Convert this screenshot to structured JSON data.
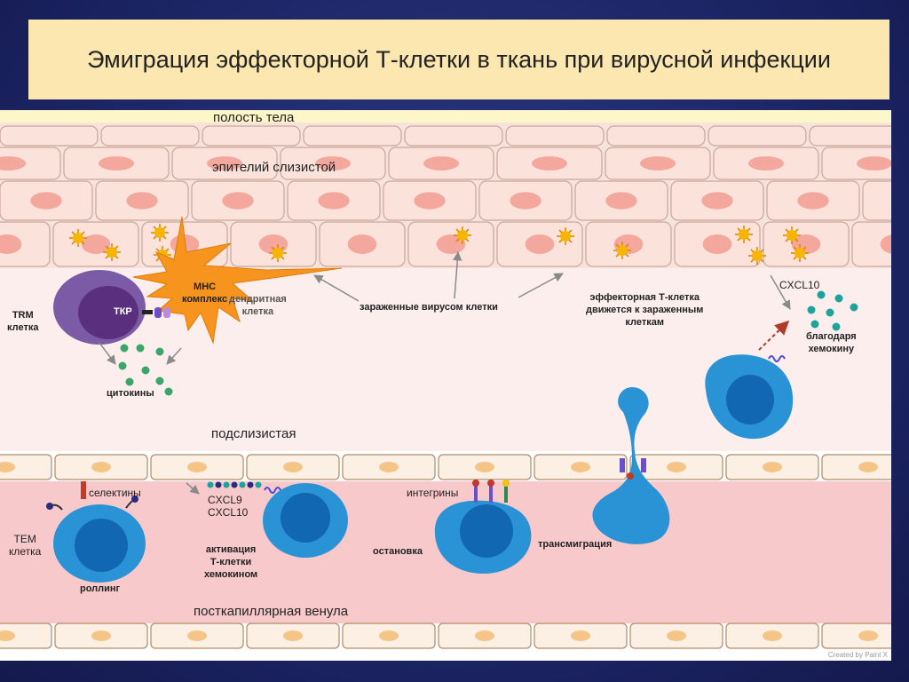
{
  "title": "Эмиграция эффекторной Т-клетки в ткань при вирусной инфекции",
  "labels": {
    "body_cavity": "полость тела",
    "mucosal_epithelium": "эпителий слизистой",
    "trm_cell": "TRM\nклетка",
    "tcr": "ТКР",
    "mhc_complex": "МНС\nкомплекс",
    "dendritic_cell": "дендритная\nклетка",
    "cytokines": "цитокины",
    "infected_cells": "зараженные вирусом клетки",
    "effector_moves": "эффекторная Т-клетка\nдвижется к зараженным\nклеткам",
    "cxcl10_top": "CXCL10",
    "due_to_chemokine": "благодаря\nхемокину",
    "submucosa": "подслизистая",
    "selectins": "селектины",
    "cxcl9_cxcl10": "CXCL9\nCXCL10",
    "integrins": "интегрины",
    "tem_cell": "TEM\nклетка",
    "rolling": "роллинг",
    "activation": "активация\nТ-клетки\nхемокином",
    "arrest": "остановка",
    "transmigration": "трансмиграция",
    "postcapillary_venule": "посткапиллярная венула",
    "credit": "Created by Paint X"
  },
  "colors": {
    "title_bg": "#fce7b0",
    "epithelium_cell": "#fbe3dc",
    "epithelium_nucleus": "#f3a79d",
    "cavity": "#fdf6c8",
    "submucosa": "#fdeeee",
    "venule": "#f8c9cb",
    "endothelium": "#fcefe4",
    "endothelium_nucleus": "#f5c487",
    "t_cell": "#2a93d5",
    "t_cell_nucleus": "#1167b1",
    "trm_cell": "#7b5aa6",
    "trm_nucleus": "#5a2f7e",
    "dendritic": "#f7941d",
    "virus": "#f7b500",
    "cytokine": "#3aa66a",
    "chemokine": "#1ba39c"
  }
}
